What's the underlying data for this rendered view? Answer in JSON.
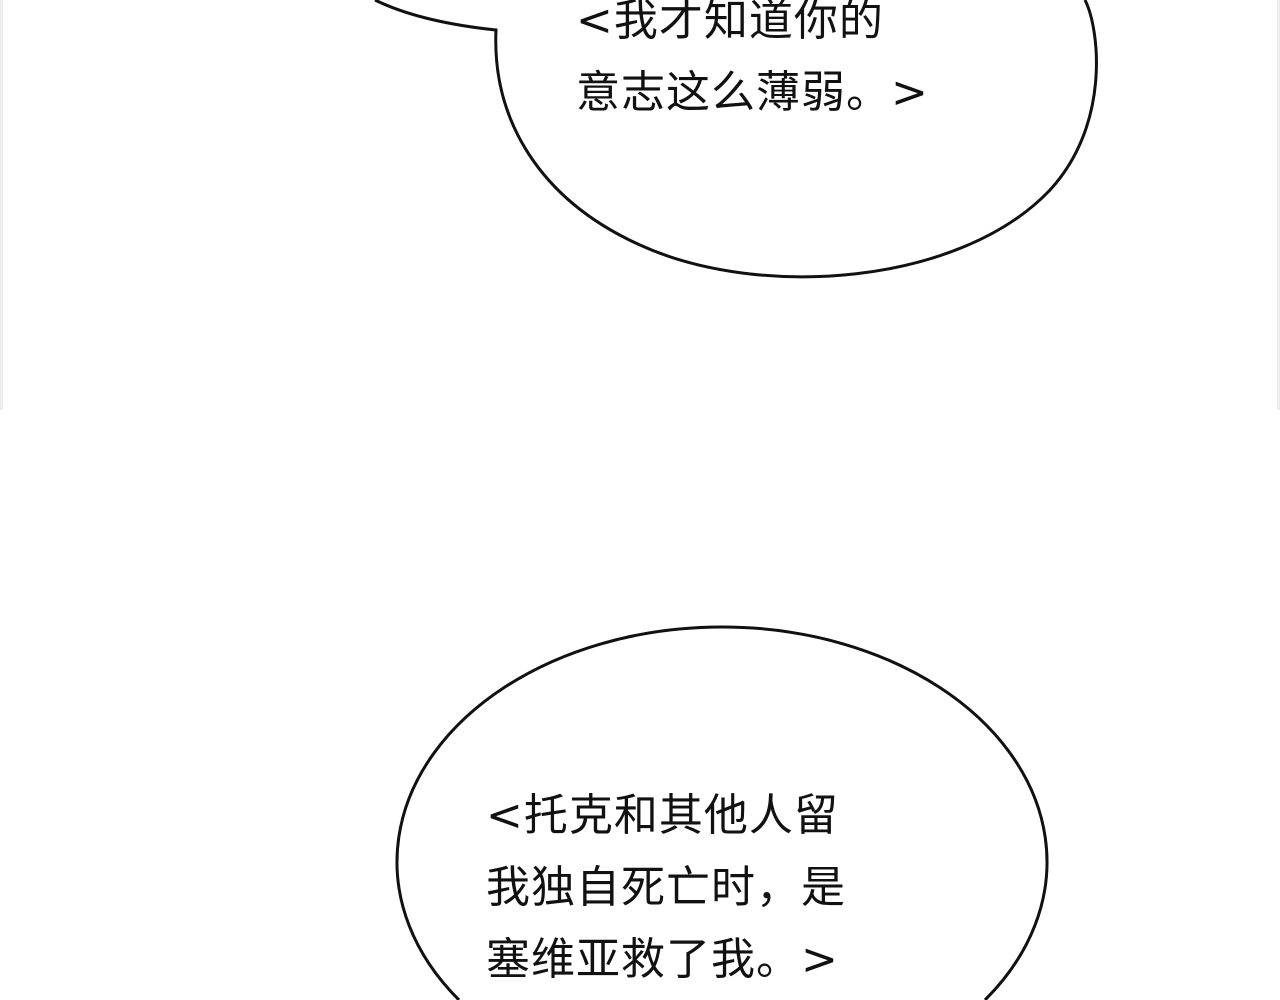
{
  "bubbles": [
    {
      "lines": [
        "<我才知道你的",
        "意志这么薄弱。>"
      ]
    },
    {
      "lines": [
        "<托克和其他人留",
        "我独自死亡时，是",
        "塞维亚救了我。>"
      ]
    }
  ],
  "colors": {
    "outline": "#111111",
    "background": "#ffffff"
  }
}
